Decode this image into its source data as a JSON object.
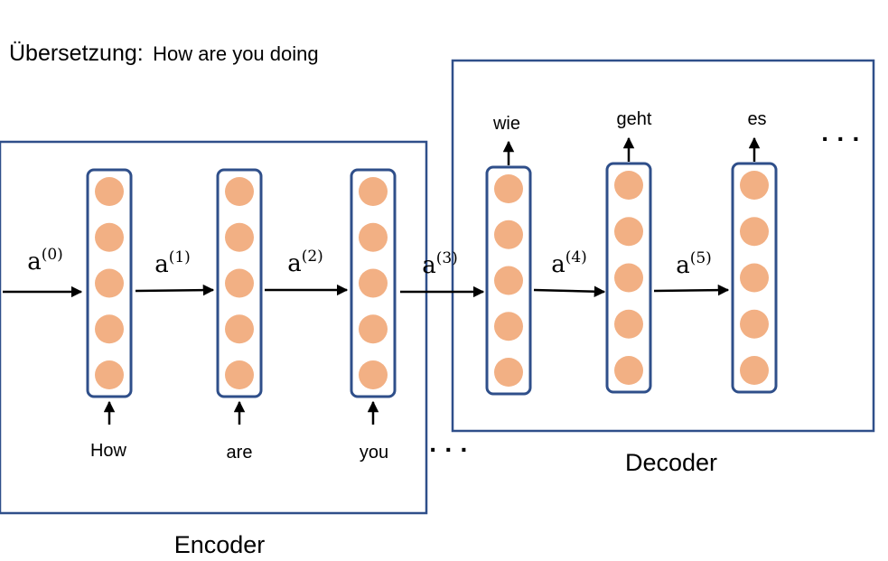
{
  "title": {
    "label": "Übersetzung:",
    "sentence": "How are you doing"
  },
  "encoder": {
    "label": "Encoder",
    "inputs": [
      "How",
      "are",
      "you"
    ],
    "ellipsis": "· · ·"
  },
  "decoder": {
    "label": "Decoder",
    "outputs": [
      "wie",
      "geht",
      "es"
    ],
    "ellipsis": "· · ·"
  },
  "activations": {
    "base": "a",
    "indices": [
      "(0)",
      "(1)",
      "(2)",
      "(3)",
      "(4)",
      "(5)"
    ]
  },
  "units_per_cell": 5,
  "colors": {
    "box_border": "#2f4f8a",
    "cell_border": "#2f4f8a",
    "unit_fill": "#f2b084",
    "arrow": "#000000",
    "text": "#000000"
  }
}
